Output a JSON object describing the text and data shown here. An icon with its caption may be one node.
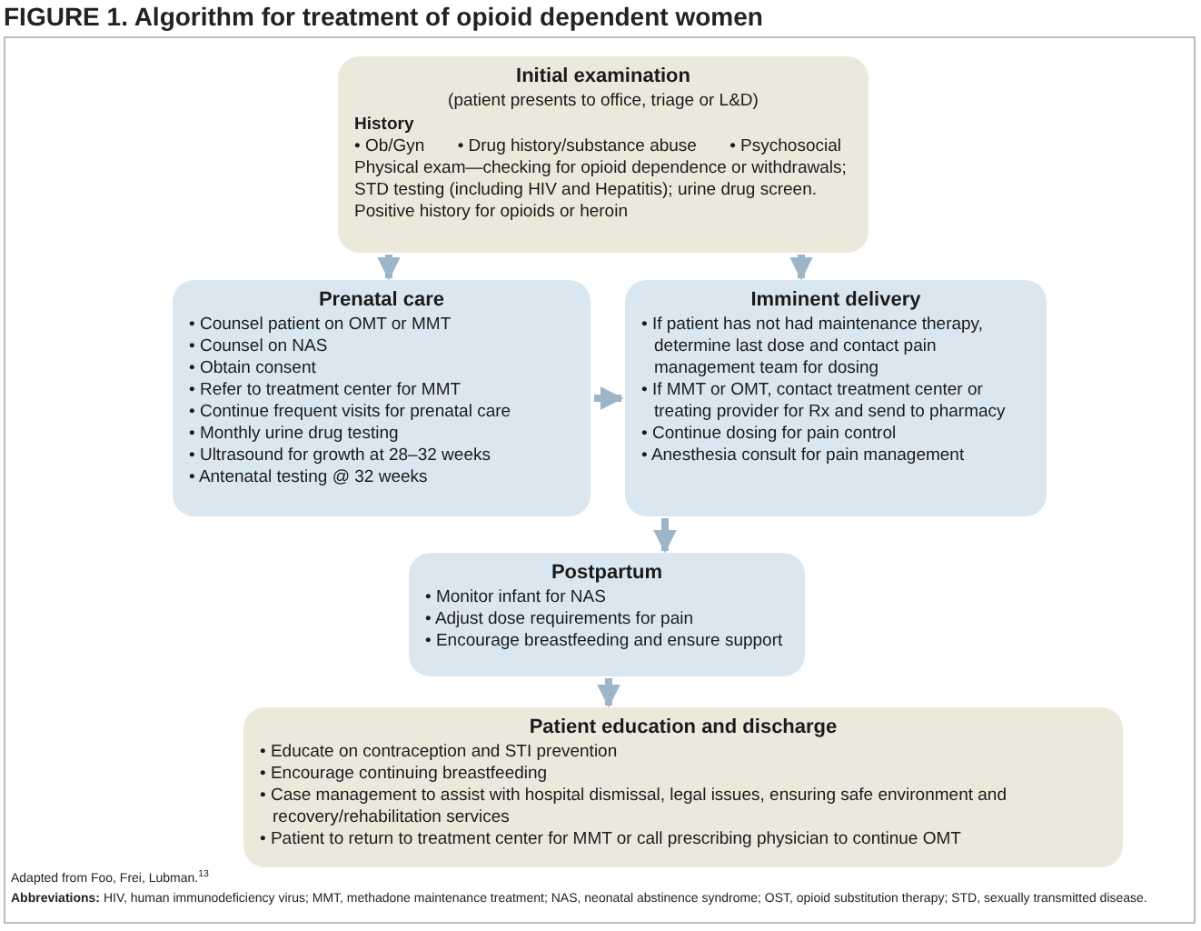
{
  "diagram": {
    "title": "FIGURE 1. Algorithm for treatment of opioid dependent women",
    "nodes": [
      {
        "text": [
          "Initial examination",
          "(patient presents to office, triage or L&D)",
          "History",
          "• Ob/Gyn",
          "• Drug history/substance abuse",
          "• Psychosocial",
          "Physical exam—checking for opioid dependence or withdrawals; STD testing (including HIV and Hepatitis); urine drug screen.",
          "Positive history for opioids or heroin"
        ]
      },
      {
        "text": [
          "Prenatal care",
          "• Counsel patient on OMT or MMT",
          "• Counsel on NAS",
          "• Obtain consent",
          "• Refer to treatment center for MMT",
          "• Continue frequent visits for prenatal care",
          "• Monthly urine drug testing",
          "• Ultrasound for growth at 28–32 weeks",
          "• Antenatal testing @ 32 weeks"
        ]
      },
      {
        "text": [
          "Imminent delivery",
          "• If patient has not had maintenance therapy, determine last dose and contact pain management team for dosing",
          "• If MMT or OMT, contact treatment center or treating provider for Rx and send to pharmacy",
          "• Continue dosing for pain control",
          "• Anesthesia consult for pain management"
        ]
      },
      {
        "text": [
          "Postpartum",
          "• Monitor infant for NAS",
          "• Adjust dose requirements for pain",
          "• Encourage breastfeeding and ensure support"
        ]
      },
      {
        "text": [
          "Patient education and discharge",
          "• Educate on contraception and STI prevention",
          "• Encourage continuing breastfeeding",
          "• Case management to assist with hospital dismissal, legal issues, ensuring safe environment and recovery/rehabilitation services",
          "• Patient to return to treatment center for MMT or call prescribing physician to continue OMT"
        ]
      }
    ],
    "edges": [
      {
        "from": 0,
        "to": 1,
        "arrow": "to"
      },
      {
        "from": 0,
        "to": 2,
        "arrow": "to"
      },
      {
        "from": 1,
        "to": 2,
        "arrow": "to"
      },
      {
        "from": 2,
        "to": 3,
        "arrow": "to"
      },
      {
        "from": 3,
        "to": 4,
        "arrow": "to"
      }
    ],
    "labels": [
      "Adapted from Foo, Frei, Lubman.$^{13}$",
      "**Abbreviations:** HIV, human immunodeficiency virus; MMT, methadone maintenance treatment; NAS, neonatal abstinence syndrome; OST, opioid substitution therapy; STD, sexually transmitted disease."
    ]
  }
}
